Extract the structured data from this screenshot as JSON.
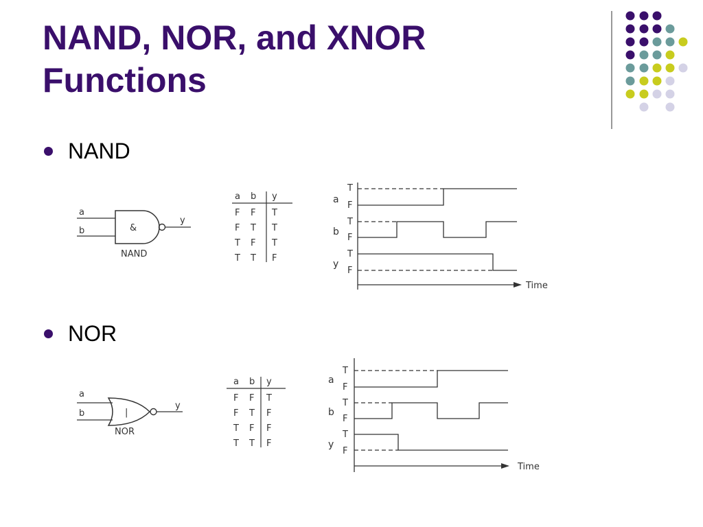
{
  "slide": {
    "title_line1": "NAND, NOR, and XNOR",
    "title_line2": "Functions",
    "colors": {
      "title": "#3a0f6b",
      "bullet": "#3a0f6b",
      "dot_purple": "#3a0f6b",
      "dot_teal": "#6b9b9b",
      "dot_yellow": "#c8cc1e",
      "dot_lavender": "#d4d2e6"
    }
  },
  "sections": [
    {
      "bullet": "NAND",
      "gate": {
        "input_a": "a",
        "input_b": "b",
        "output": "y",
        "symbol": "&",
        "caption": "NAND"
      },
      "truth_table": {
        "headers": [
          "a",
          "b",
          "y"
        ],
        "rows": [
          [
            "F",
            "F",
            "T"
          ],
          [
            "F",
            "T",
            "T"
          ],
          [
            "T",
            "F",
            "T"
          ],
          [
            "T",
            "T",
            "F"
          ]
        ]
      },
      "timing": {
        "signals": [
          {
            "name": "a",
            "high": "T",
            "low": "F"
          },
          {
            "name": "b",
            "high": "T",
            "low": "F"
          },
          {
            "name": "y",
            "high": "T",
            "low": "F"
          }
        ],
        "axis_label": "Time"
      }
    },
    {
      "bullet": "NOR",
      "gate": {
        "input_a": "a",
        "input_b": "b",
        "output": "y",
        "symbol": "|",
        "caption": "NOR"
      },
      "truth_table": {
        "headers": [
          "a",
          "b",
          "y"
        ],
        "rows": [
          [
            "F",
            "F",
            "T"
          ],
          [
            "F",
            "T",
            "F"
          ],
          [
            "T",
            "F",
            "F"
          ],
          [
            "T",
            "T",
            "F"
          ]
        ]
      },
      "timing": {
        "signals": [
          {
            "name": "a",
            "high": "T",
            "low": "F"
          },
          {
            "name": "b",
            "high": "T",
            "low": "F"
          },
          {
            "name": "y",
            "high": "T",
            "low": "F"
          }
        ],
        "axis_label": "Time"
      }
    }
  ]
}
